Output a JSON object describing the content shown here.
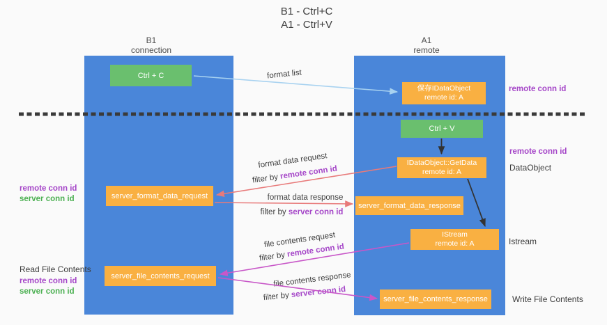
{
  "title": {
    "line1": "B1 - Ctrl+C",
    "line2": "A1 - Ctrl+V"
  },
  "lifelines": {
    "b1": {
      "name": "B1",
      "subtitle": "connection"
    },
    "a1": {
      "name": "A1",
      "subtitle": "remote"
    }
  },
  "nodes": {
    "ctrl_c": {
      "label": "Ctrl + C"
    },
    "ctrl_v": {
      "label": "Ctrl + V"
    },
    "save_dataobject": {
      "line1": "保存IDataObject",
      "line2": "remote id: A"
    },
    "getdata": {
      "line1": "IDataObject::GetData",
      "line2": "remote id: A"
    },
    "istream": {
      "line1": "IStream",
      "line2": "remote id: A"
    },
    "server_format_data_request": {
      "label": "server_format_data_request"
    },
    "server_format_data_response": {
      "label": "server_format_data_response"
    },
    "server_file_contents_request": {
      "label": "server_file_contents_request"
    },
    "server_file_contents_response": {
      "label": "server_file_contents_response"
    }
  },
  "arrow_labels": {
    "format_list": "format list",
    "format_data_request": "format data request",
    "format_data_request_filter": {
      "prefix": "filter by ",
      "highlight": "remote conn id"
    },
    "format_data_response": "format data response",
    "format_data_response_filter": {
      "prefix": "filter by ",
      "highlight": "server conn id"
    },
    "file_contents_request": "file contents request",
    "file_contents_request_filter": {
      "prefix": "filter by ",
      "highlight": "remote conn id"
    },
    "file_contents_response": "file contents response",
    "file_contents_response_filter": {
      "prefix": "filter by ",
      "highlight": "server conn id"
    }
  },
  "annotations": {
    "right_remote_conn_top": "remote conn id",
    "right_remote_conn_mid": "remote conn id",
    "right_dataobject": "DataObject",
    "right_istream": "Istream",
    "right_write_file": "Write File Contents",
    "left_top": {
      "remote": "remote conn id",
      "server": "server conn id"
    },
    "left_bottom_title": "Read File Contents",
    "left_bottom": {
      "remote": "remote conn id",
      "server": "server conn id"
    }
  },
  "colors": {
    "lifeline_blue": "#4a86d9",
    "node_orange": "#f9b042",
    "node_green": "#6abf6e",
    "arrow_red": "#e87a7a",
    "arrow_magenta": "#c857c8",
    "arrow_lightblue": "#a8d2f0",
    "arrow_black": "#333333",
    "annotation_purple": "#a546c8",
    "annotation_green": "#4cb052"
  }
}
